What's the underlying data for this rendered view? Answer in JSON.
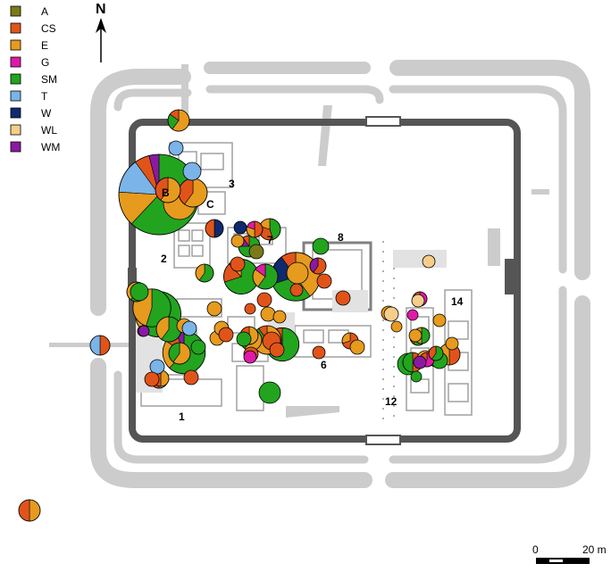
{
  "legend": [
    {
      "code": "A",
      "color": "#7a7a1a"
    },
    {
      "code": "CS",
      "color": "#e0541a"
    },
    {
      "code": "E",
      "color": "#e69a1e"
    },
    {
      "code": "G",
      "color": "#e01aa8"
    },
    {
      "code": "SM",
      "color": "#22a41f"
    },
    {
      "code": "T",
      "color": "#7ab4e8"
    },
    {
      "code": "W",
      "color": "#0f2a6e"
    },
    {
      "code": "WL",
      "color": "#f6cd8a"
    },
    {
      "code": "WM",
      "color": "#8a1aa2"
    }
  ],
  "north_label": "N",
  "building_labels": [
    "1",
    "2",
    "3",
    "B",
    "C",
    "6",
    "7",
    "8",
    "12",
    "14"
  ],
  "scale": {
    "start": "0",
    "end": "20 m"
  },
  "pies": [
    {
      "r": 83,
      "shares": {
        "SM": 0.62,
        "E": 0.14,
        "T": 0.14,
        "CS": 0.06,
        "WM": 0.04
      }
    },
    {
      "r": 25,
      "shares": {
        "SM": 0.55,
        "E": 0.45
      }
    },
    {
      "r": 28,
      "shares": {
        "SM": 0.62,
        "E": 0.22,
        "CS": 0.1,
        "WM": 0.06
      }
    },
    {
      "r": 32,
      "shares": {
        "E": 0.4,
        "SM": 0.3,
        "W": 0.2,
        "CS": 0.1
      }
    },
    {
      "r": 23,
      "shares": {
        "SM": 0.7,
        "CS": 0.18,
        "E": 0.12
      }
    },
    {
      "r": 16,
      "shares": {
        "E": 0.7,
        "SM": 0.2,
        "CS": 0.1
      }
    },
    {
      "r": 11,
      "shares": {
        "SM": 0.6,
        "E": 0.4
      }
    },
    {
      "r": 12,
      "shares": {
        "E": 0.6,
        "SM": 0.25,
        "CS": 0.15
      }
    },
    {
      "r": 12,
      "shares": {
        "SM": 0.45,
        "CS": 0.35,
        "E": 0.2
      }
    },
    {
      "r": 12,
      "shares": {
        "SM": 1.0
      }
    },
    {
      "r": 10,
      "shares": {
        "T": 1.0
      }
    },
    {
      "r": 10,
      "shares": {
        "W": 0.5,
        "CS": 0.5
      }
    },
    {
      "r": 9,
      "shares": {
        "CS": 0.5,
        "E": 0.3,
        "G": 0.2
      }
    },
    {
      "r": 9,
      "shares": {
        "CS": 0.6,
        "WM": 0.4
      }
    },
    {
      "r": 12,
      "shares": {
        "SM": 0.75,
        "WM": 0.15,
        "CS": 0.1
      }
    },
    {
      "r": 12,
      "shares": {
        "E": 0.6,
        "SM": 0.4
      }
    },
    {
      "r": 10,
      "shares": {
        "SM": 0.6,
        "E": 0.4
      }
    },
    {
      "r": 22,
      "shares": {
        "SM": 0.7,
        "E": 0.2,
        "CS": 0.1
      }
    },
    {
      "r": 14,
      "shares": {
        "SM": 0.6,
        "E": 0.25,
        "G": 0.15
      }
    },
    {
      "r": 30,
      "shares": {
        "SM": 0.65,
        "E": 0.25,
        "CS": 0.1
      }
    },
    {
      "r": 14,
      "shares": {
        "E": 0.6,
        "CS": 0.4
      }
    },
    {
      "r": 18,
      "shares": {
        "E": 1.0
      }
    },
    {
      "r": 16,
      "shares": {
        "E": 0.6,
        "CS": 0.4
      }
    },
    {
      "r": 12,
      "shares": {
        "E": 0.6,
        "SM": 0.4
      }
    },
    {
      "r": 14,
      "shares": {
        "SM": 0.6,
        "E": 0.4
      }
    },
    {
      "r": 12,
      "shares": {
        "E": 1.0
      }
    },
    {
      "r": 11,
      "shares": {
        "CS": 0.5,
        "T": 0.5
      }
    },
    {
      "r": 10,
      "shares": {
        "CS": 1.0
      }
    },
    {
      "r": 10,
      "shares": {
        "SM": 1.0
      }
    },
    {
      "r": 8,
      "shares": {
        "T": 1.0
      }
    },
    {
      "r": 8,
      "shares": {
        "E": 1.0
      }
    },
    {
      "r": 8,
      "shares": {
        "CS": 1.0
      }
    },
    {
      "r": 8,
      "shares": {
        "T": 1.0
      }
    },
    {
      "r": 8,
      "shares": {
        "E": 1.0
      }
    },
    {
      "r": 8,
      "shares": {
        "CS": 1.0
      }
    },
    {
      "r": 8,
      "shares": {
        "CS": 1.0
      }
    },
    {
      "r": 7,
      "shares": {
        "G": 1.0
      }
    },
    {
      "r": 8,
      "shares": {
        "E": 1.0
      }
    },
    {
      "r": 8,
      "shares": {
        "CS": 1.0
      }
    },
    {
      "r": 8,
      "shares": {
        "SM": 1.0
      }
    },
    {
      "r": 8,
      "shares": {
        "SM": 1.0
      }
    },
    {
      "r": 7,
      "shares": {
        "W": 1.0
      }
    },
    {
      "r": 7,
      "shares": {
        "CS": 1.0
      }
    },
    {
      "r": 7,
      "shares": {
        "E": 1.0
      }
    },
    {
      "r": 8,
      "shares": {
        "E": 1.0
      }
    },
    {
      "r": 8,
      "shares": {
        "CS": 1.0
      }
    },
    {
      "r": 6,
      "shares": {
        "WM": 1.0
      }
    },
    {
      "r": 8,
      "shares": {
        "E": 1.0
      }
    },
    {
      "r": 8,
      "shares": {
        "T": 1.0
      }
    },
    {
      "r": 7,
      "shares": {
        "CS": 1.0
      }
    },
    {
      "r": 9,
      "shares": {
        "CS": 0.7,
        "E": 0.3
      }
    },
    {
      "r": 9,
      "shares": {
        "SM": 1.0
      }
    },
    {
      "r": 7,
      "shares": {
        "E": 1.0
      }
    },
    {
      "r": 8,
      "shares": {
        "A": 1.0
      }
    },
    {
      "r": 8,
      "shares": {
        "CS": 1.0
      }
    },
    {
      "r": 8,
      "shares": {
        "CS": 1.0
      }
    },
    {
      "r": 6,
      "shares": {
        "CS": 1.0
      }
    },
    {
      "r": 7,
      "shares": {
        "WL": 1.0
      }
    },
    {
      "r": 7,
      "shares": {
        "WL": 1.0
      }
    },
    {
      "r": 8,
      "shares": {
        "G": 0.5,
        "SM": 0.3,
        "CS": 0.2
      }
    },
    {
      "r": 6,
      "shares": {
        "E": 1.0
      }
    },
    {
      "r": 6,
      "shares": {
        "G": 1.0
      }
    },
    {
      "r": 7,
      "shares": {
        "E": 1.0
      }
    },
    {
      "r": 7,
      "shares": {
        "E": 1.0
      }
    },
    {
      "r": 9,
      "shares": {
        "SM": 0.6,
        "CS": 0.4
      }
    },
    {
      "r": 9,
      "shares": {
        "SM": 0.5,
        "E": 0.5
      }
    },
    {
      "r": 9,
      "shares": {
        "E": 1.0
      }
    },
    {
      "r": 11,
      "shares": {
        "CS": 0.5,
        "SM": 0.5
      }
    },
    {
      "r": 7,
      "shares": {
        "WM": 1.0
      }
    },
    {
      "r": 8,
      "shares": {
        "G": 0.6,
        "CS": 0.4
      }
    },
    {
      "r": 6,
      "shares": {
        "SM": 1.0
      }
    },
    {
      "r": 8,
      "shares": {
        "SM": 0.6,
        "CS": 0.4
      }
    },
    {
      "r": 7,
      "shares": {
        "E": 1.0
      }
    },
    {
      "r": 12,
      "shares": {
        "CS": 0.5,
        "E": 0.5
      }
    },
    {
      "r": 12,
      "shares": {
        "SM": 1.0
      }
    },
    {
      "r": 9,
      "shares": {
        "SM": 1.0
      }
    },
    {
      "r": 8,
      "shares": {
        "E": 1.0
      }
    },
    {
      "r": 9,
      "shares": {
        "SM": 1.0
      }
    },
    {
      "r": 10,
      "shares": {
        "T": 0.5,
        "CS": 0.5
      }
    },
    {
      "r": 9,
      "shares": {
        "E": 0.5,
        "CS": 0.5
      }
    },
    {
      "r": 6,
      "shares": {
        "WM": 1.0
      }
    },
    {
      "r": 8,
      "shares": {
        "CS": 1.0
      }
    },
    {
      "r": 12,
      "shares": {
        "E": 0.5,
        "CS": 0.5
      }
    },
    {
      "r": 8,
      "shares": {
        "E": 1.0
      }
    },
    {
      "r": 10,
      "shares": {
        "E": 0.5,
        "CS": 0.5
      }
    },
    {
      "r": 8,
      "shares": {
        "CS": 1.0
      }
    },
    {
      "r": 8,
      "shares": {
        "WL": 1.0
      }
    }
  ]
}
